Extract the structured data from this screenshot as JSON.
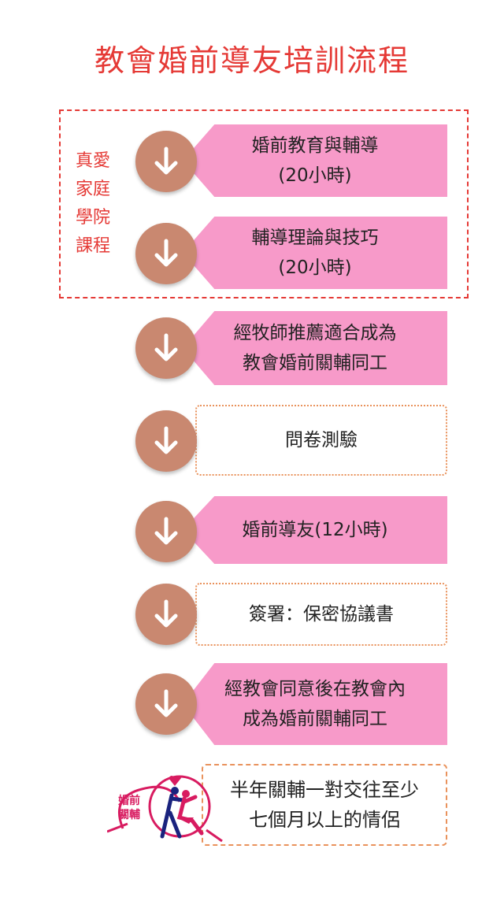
{
  "title": "教會婚前導友培訓流程",
  "group_label": [
    "真愛",
    "家庭",
    "學院",
    "課程"
  ],
  "steps": [
    {
      "lines": [
        "婚前教育與輔導",
        "(20小時)"
      ]
    },
    {
      "lines": [
        "輔導理論與技巧",
        "(20小時)"
      ]
    },
    {
      "lines": [
        "經牧師推薦適合成為",
        "教會婚前關輔同工"
      ]
    },
    {
      "lines": [
        "問卷測驗"
      ]
    },
    {
      "lines": [
        "婚前導友(12小時)"
      ]
    },
    {
      "lines": [
        "簽署：保密協議書"
      ]
    },
    {
      "lines": [
        "經教會同意後在教會內",
        "成為婚前關輔同工"
      ]
    }
  ],
  "final": {
    "lines": [
      "半年關輔一對交往至少",
      "七個月以上的情侶"
    ]
  },
  "logo": {
    "line1": "婚前",
    "line2": "關輔"
  },
  "colors": {
    "title": "#e53935",
    "pink_banner": "#f79ac9",
    "circle": "#c98870",
    "dotted_border": "#e9925c"
  },
  "icons": {
    "step_icon": "arrow-down-icon",
    "logo_icon": "couple-dancing-icon"
  }
}
